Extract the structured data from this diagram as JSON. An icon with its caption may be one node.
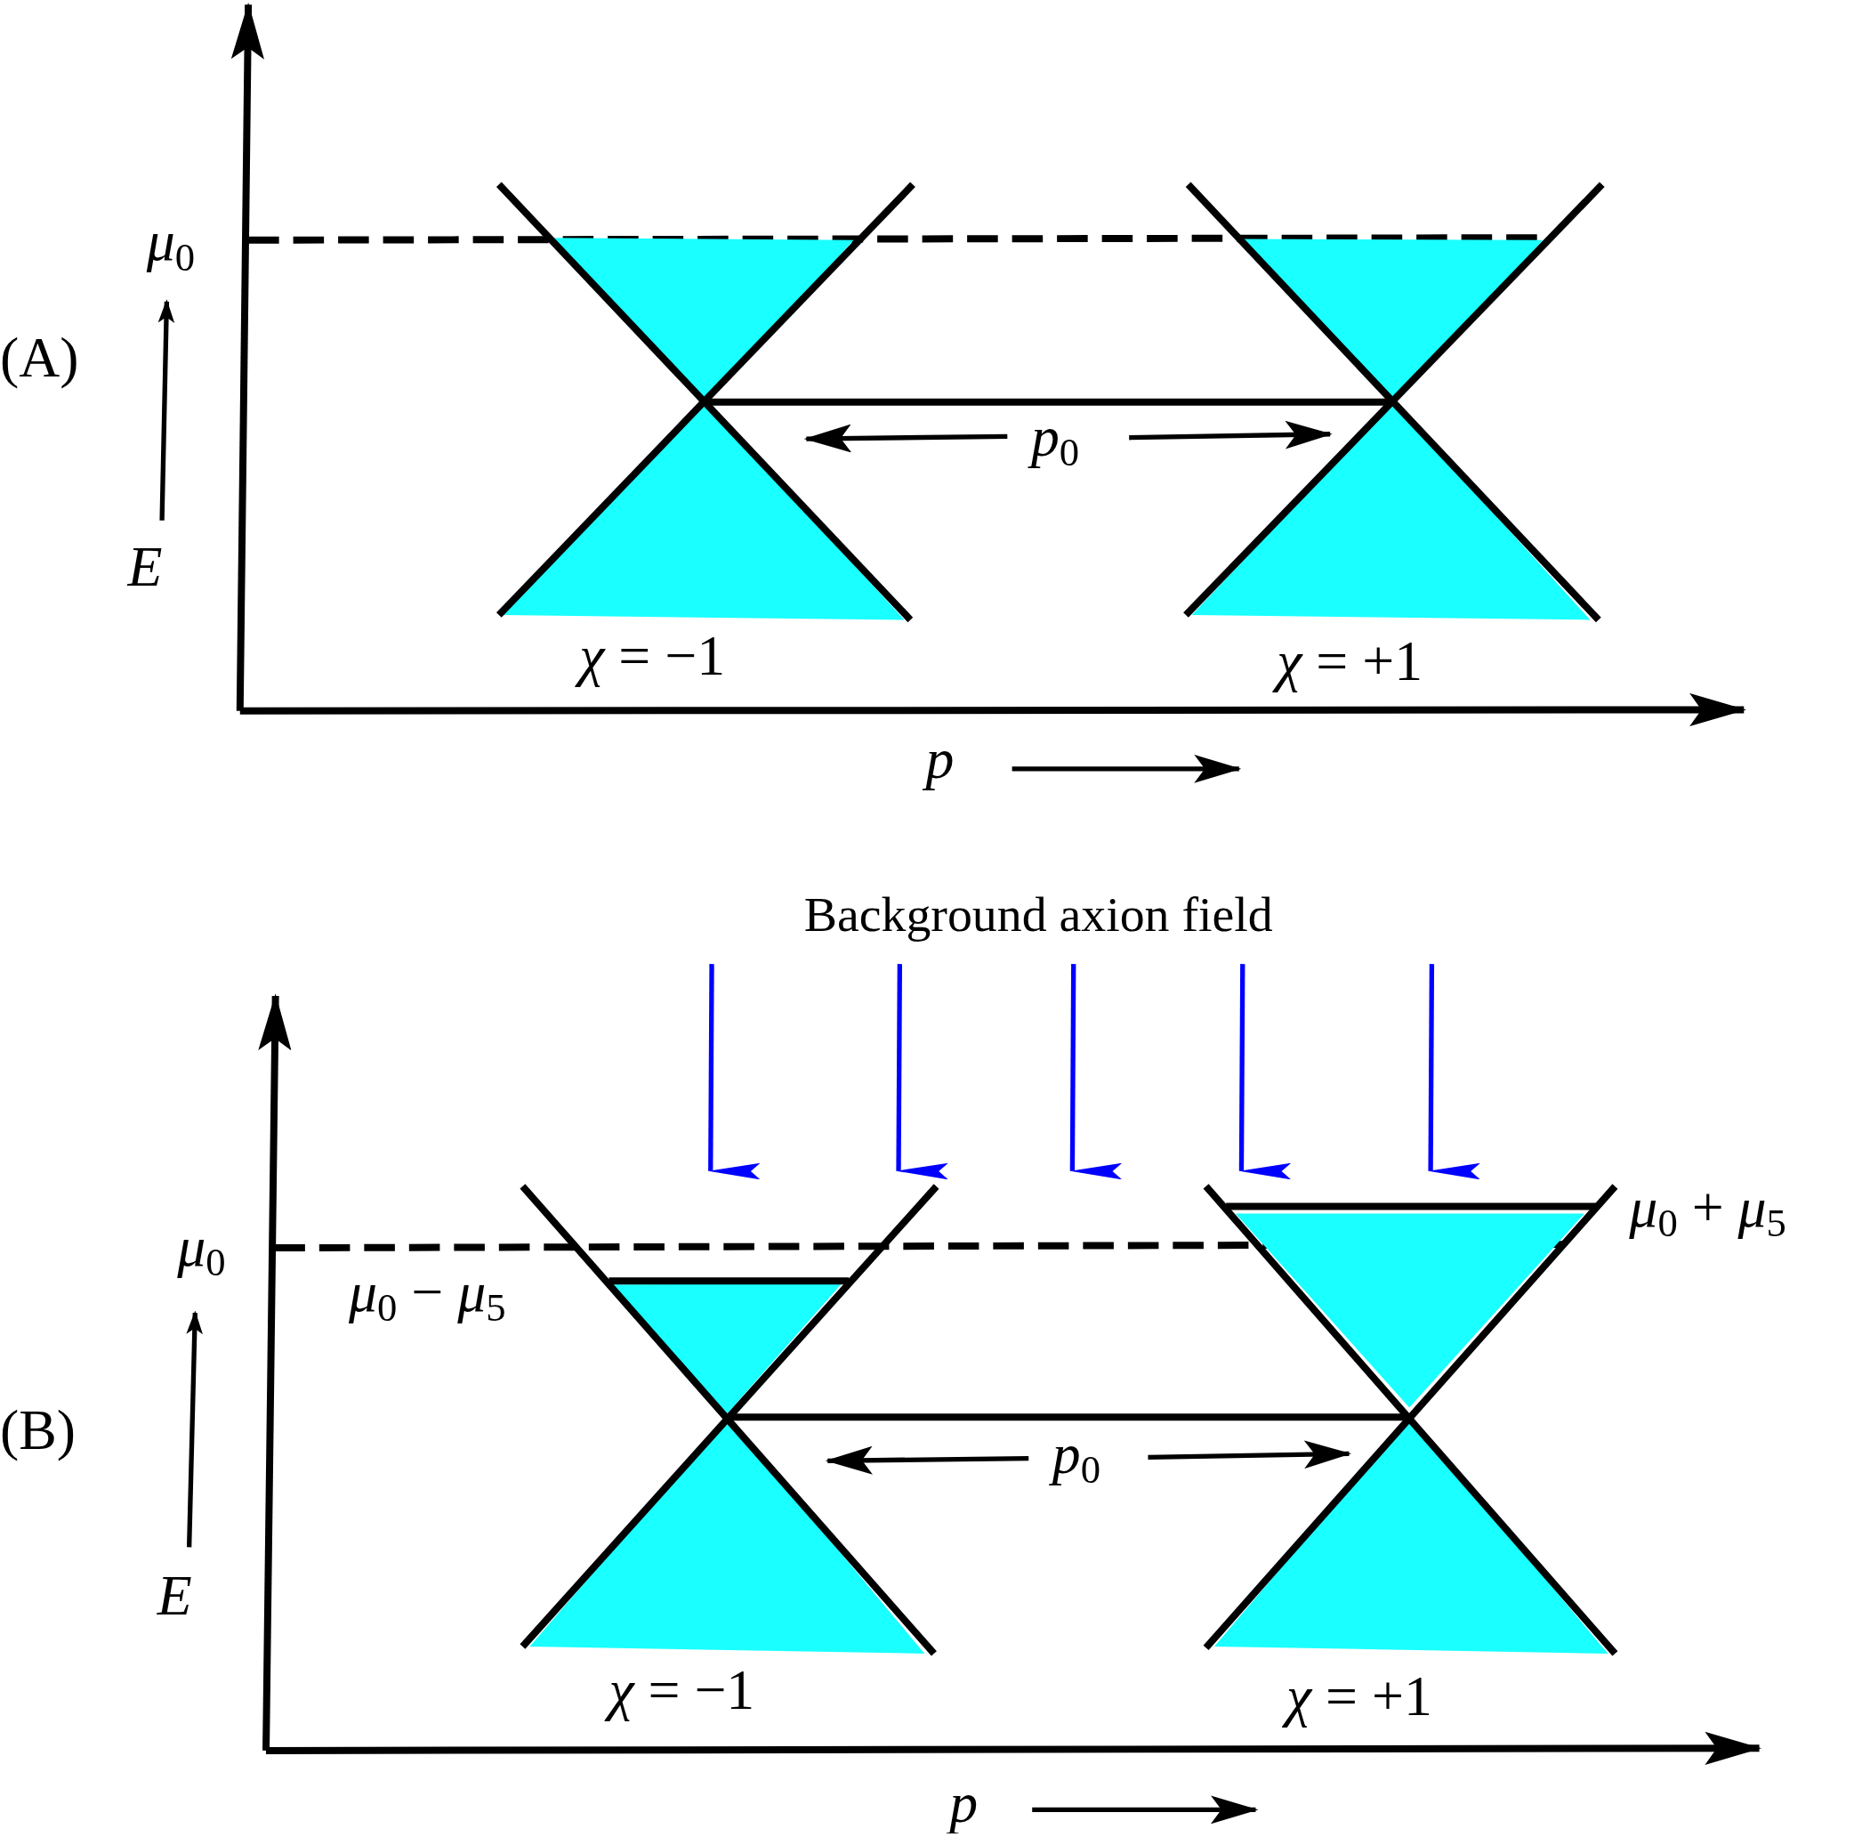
{
  "diagram": {
    "labels": [
      "(A)",
      "*μ*$_{0}$",
      "E",
      "*p*$_{0}$",
      "*χ* = −1",
      "*χ* = +1",
      "p",
      "Background axion field",
      "(B)",
      "*μ*$_{0}$",
      "*μ*$_{0}$ − *μ*$_{5}$",
      "*μ*$_{0}$ + *μ*$_{5}$",
      "E",
      "*p*$_{0}$",
      "*χ* = −1",
      "*χ* = +1",
      "p"
    ]
  }
}
